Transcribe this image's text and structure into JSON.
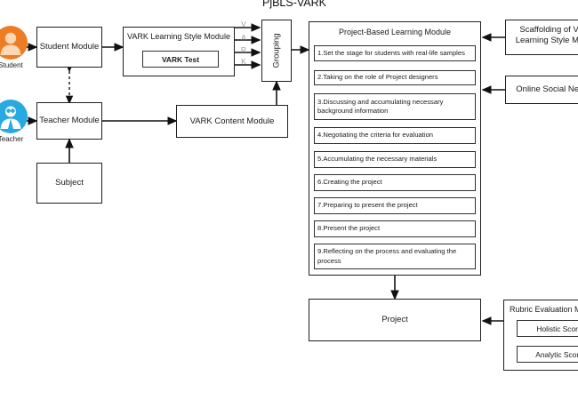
{
  "diagram": {
    "title": "PjBLS-VARK",
    "actors": [
      {
        "id": "student",
        "label": "Student",
        "icon": "student-avatar-icon",
        "color": "#ED7D23"
      },
      {
        "id": "teacher",
        "label": "Teacher",
        "icon": "teacher-avatar-icon",
        "color": "#27A9E1"
      }
    ],
    "left_nodes": {
      "student_module": "Student Module",
      "teacher_module": "Teacher Module",
      "subject": "Subject",
      "vark_learning_style_module": "VARK Learning Style Module",
      "vark_test": "VARK Test",
      "vark_content_module": "VARK Content Module",
      "grouping": "Grouping"
    },
    "vark_letters": [
      "V",
      "A",
      "R",
      "K"
    ],
    "pjbl": {
      "heading": "Project-Based Learning Module",
      "steps": [
        "1.Set the stage for students with real-life samples",
        "2.Taking on the role of Project designers",
        "3.Discussing and accumulating necessary background information",
        "4.Negotiating the criteria for evaluation",
        "5.Accumulating the necessary materials",
        "6.Creating the project",
        "7.Preparing to present the project",
        "8.Present the project",
        "9.Reflecting on the process and evaluating the process"
      ]
    },
    "right_nodes": {
      "scaffolding": "Scaffolding of VARK Learning Style Module",
      "online_social_network": "Online Social Network",
      "rubric_evaluation_module": "Rubric Evaluation Module",
      "holistic_score": "Holistic Score",
      "analytic_score": "Analytic Score"
    },
    "project": "Project"
  }
}
